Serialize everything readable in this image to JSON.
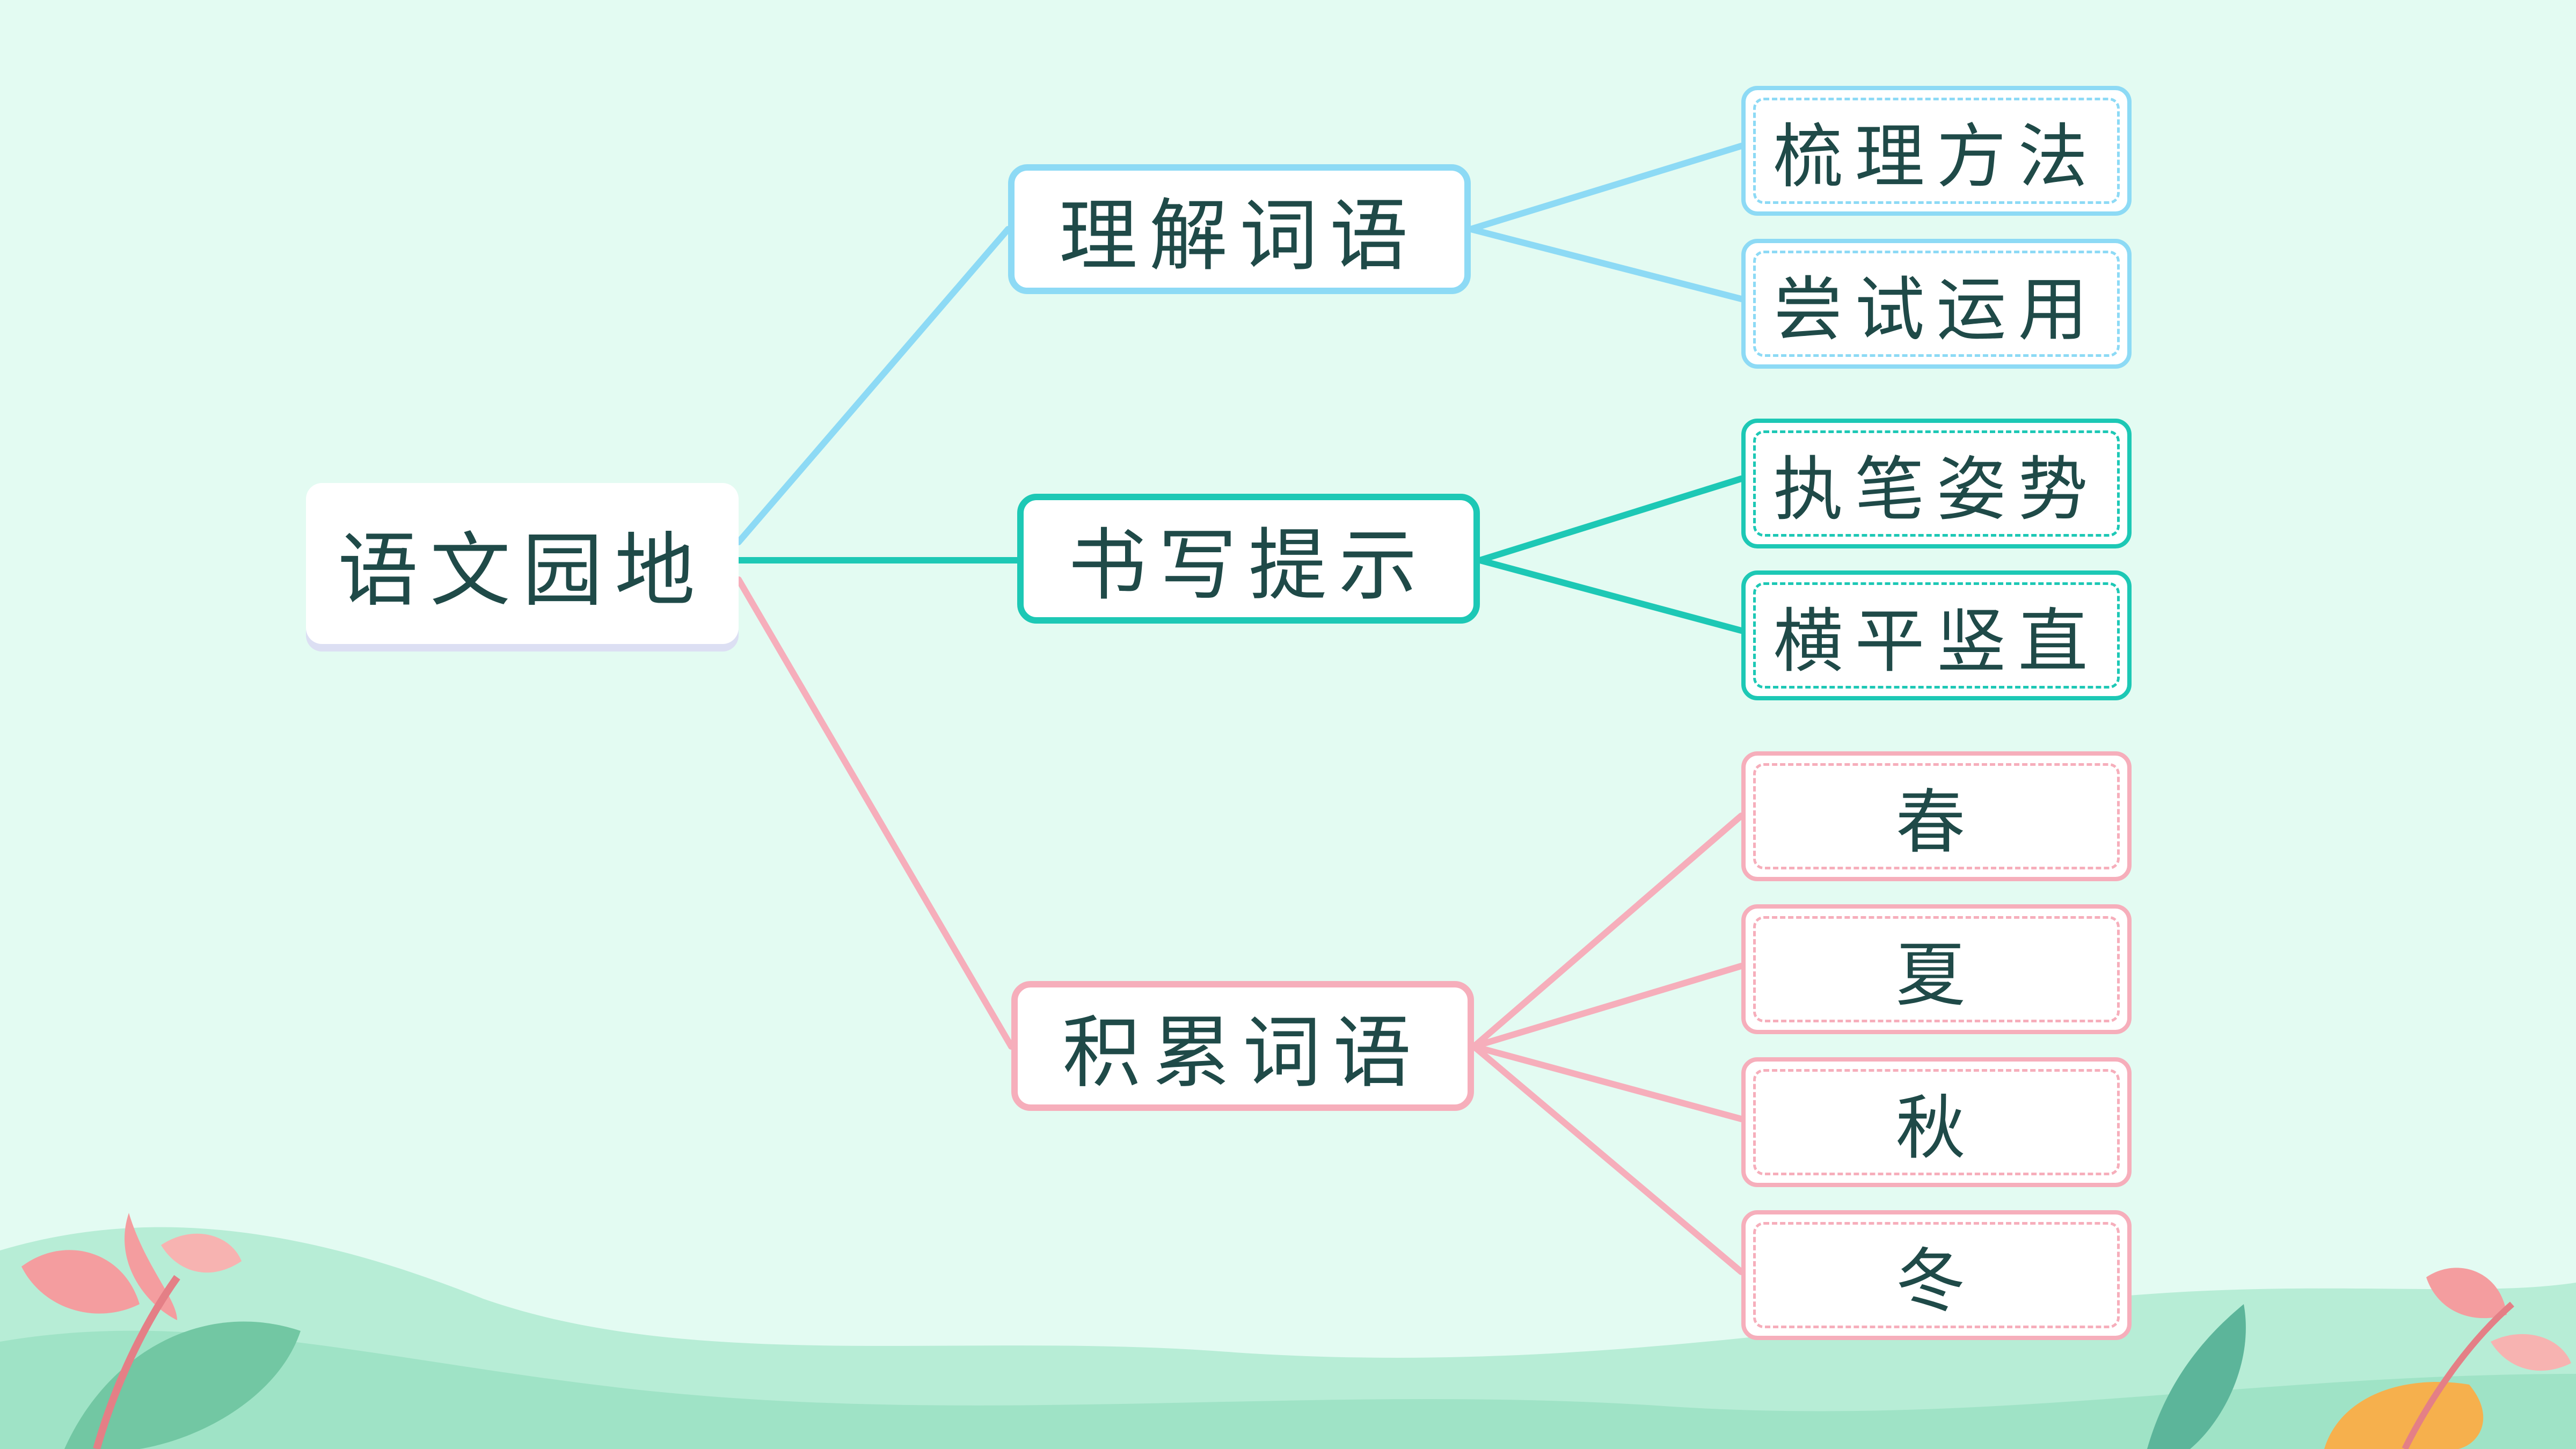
{
  "root": {
    "label": "语文园地"
  },
  "branches": [
    {
      "label": "理解词语",
      "children": [
        "梳理方法",
        "尝试运用"
      ]
    },
    {
      "label": "书写提示",
      "children": [
        "执笔姿势",
        "横平竖直"
      ]
    },
    {
      "label": "积累词语",
      "children": [
        "春",
        "夏",
        "秋",
        "冬"
      ]
    }
  ],
  "colors": {
    "background": "#e3fbf2",
    "blue": "#8ddaf5",
    "teal": "#1dc8b5",
    "pink": "#f6aebb",
    "text": "#1f4a48"
  }
}
